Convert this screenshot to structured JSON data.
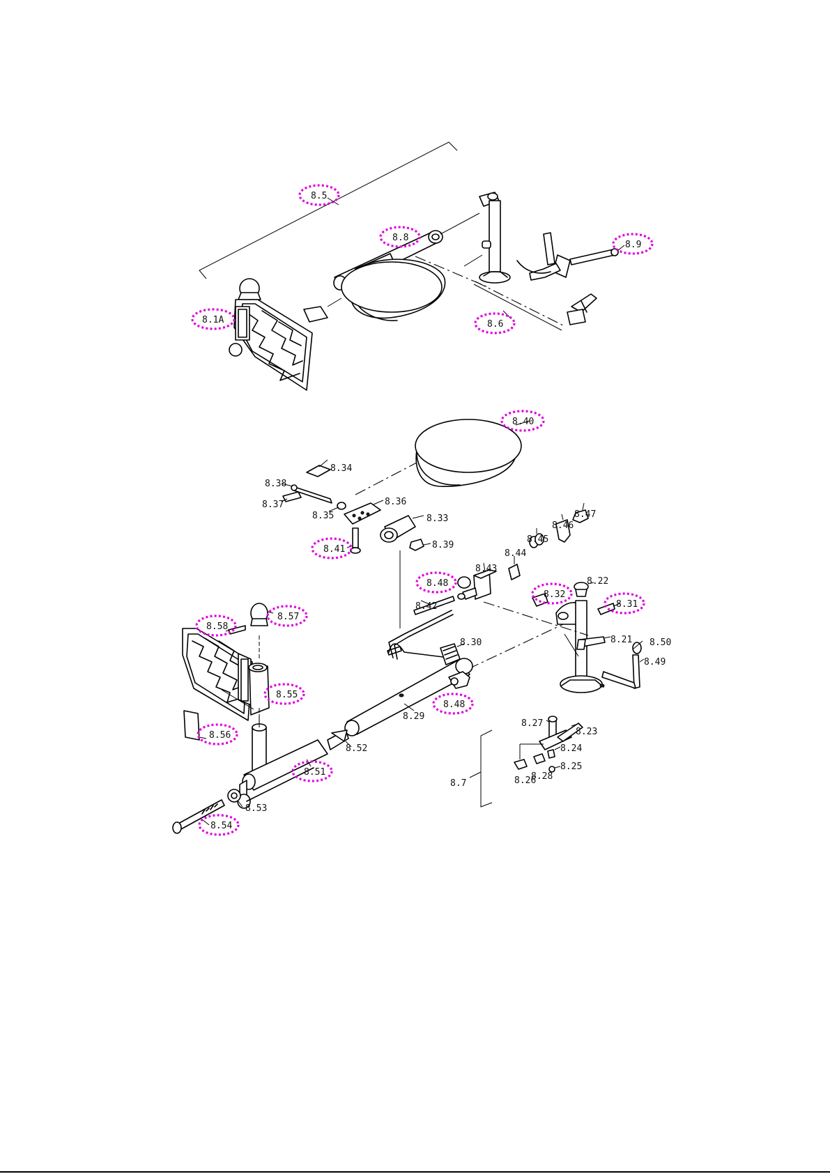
{
  "colors": {
    "callout": "#e100e1",
    "ink": "#000000",
    "background": "#ffffff"
  },
  "labels": {
    "p8_5": "8.5",
    "p8_8": "8.8",
    "p8_9": "8.9",
    "p8_1A": "8.1A",
    "p8_6": "8.6",
    "p8_40": "8.40",
    "p8_34": "8.34",
    "p8_38": "8.38",
    "p8_37": "8.37",
    "p8_35": "8.35",
    "p8_36": "8.36",
    "p8_33": "8.33",
    "p8_41": "8.41",
    "p8_39": "8.39",
    "p8_47": "8.47",
    "p8_46": "8.46",
    "p8_45": "8.45",
    "p8_44": "8.44",
    "p8_43": "8.43",
    "p8_48a": "8.48",
    "p8_22": "8.22",
    "p8_32": "8.32",
    "p8_31": "8.31",
    "p8_42": "8.42",
    "p8_58": "8.58",
    "p8_57": "8.57",
    "p8_30": "8.30",
    "p8_21": "8.21",
    "p8_50": "8.50",
    "p8_49": "8.49",
    "p8_55": "8.55",
    "p8_48b": "8.48",
    "p8_29": "8.29",
    "p8_56": "8.56",
    "p8_27": "8.27",
    "p8_23": "8.23",
    "p8_52": "8.52",
    "p8_24": "8.24",
    "p8_51": "8.51",
    "p8_25": "8.25",
    "p8_7": "8.7",
    "p8_26": "8.26",
    "p8_28": "8.28",
    "p8_53": "8.53",
    "p8_54": "8.54"
  }
}
